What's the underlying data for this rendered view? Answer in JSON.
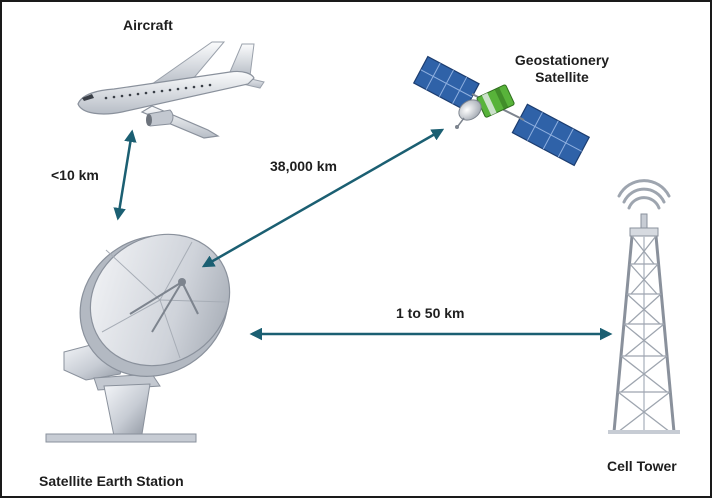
{
  "nodes": {
    "aircraft": {
      "label": "Aircraft"
    },
    "satellite": {
      "label_line1": "Geostationery",
      "label_line2": "Satellite"
    },
    "earth_station": {
      "label": "Satellite Earth Station"
    },
    "cell_tower": {
      "label": "Cell Tower"
    }
  },
  "links": {
    "aircraft_station": {
      "label": "<10 km"
    },
    "satellite_station": {
      "label": "38,000 km"
    },
    "station_tower": {
      "label": "1 to 50 km"
    }
  },
  "colors": {
    "arrow": "#1b5f72",
    "text": "#1e1e1e",
    "satellite_panel": "#2f62a8",
    "satellite_body": "#58b33a",
    "metal_light": "#e6e9ee",
    "metal_mid": "#b9bfc9",
    "metal_dark": "#8a919c"
  }
}
